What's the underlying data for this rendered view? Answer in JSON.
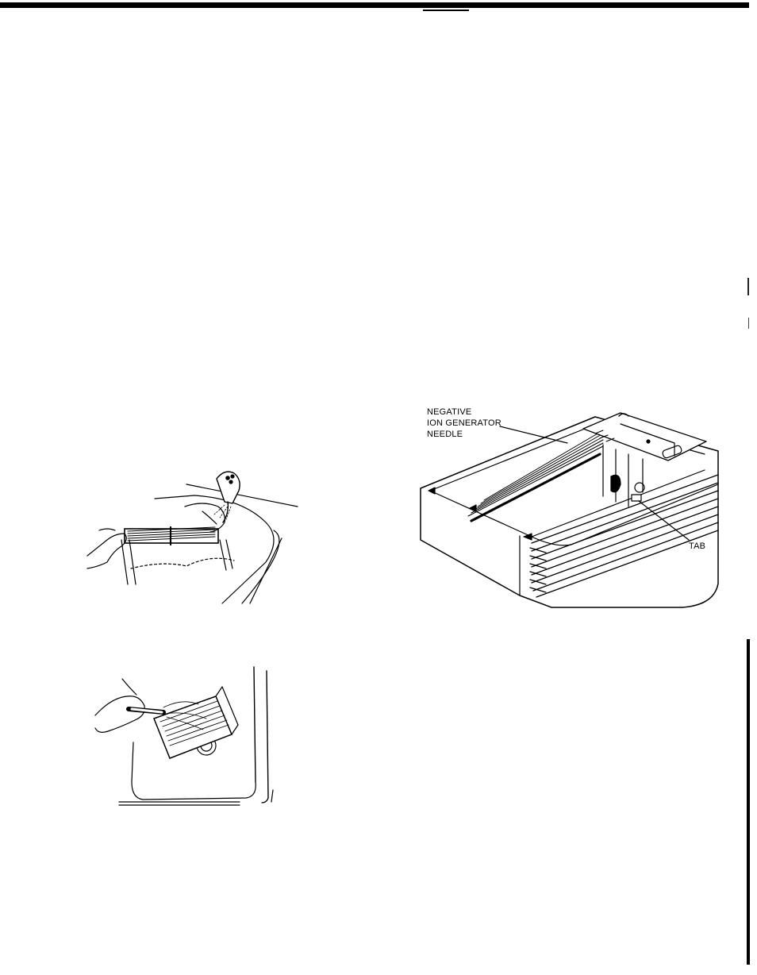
{
  "diagram": {
    "labels": {
      "needle_line1": "NEGATIVE",
      "needle_line2": "ION GENERATOR",
      "needle_line3": "NEEDLE",
      "tab": "TAB"
    }
  },
  "illustrations": {
    "rinse_sprayer_icon": "sink-sprayer-rinsing-filter",
    "brush_cleaning_icon": "brush-cleaning-filter-in-sink",
    "unit_interior_icon": "air-cleaner-base-interior"
  }
}
